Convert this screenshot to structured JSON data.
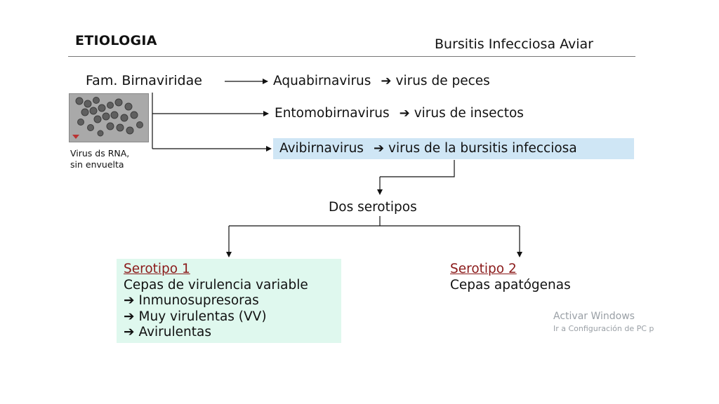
{
  "header": {
    "title": "ETIOLOGIA",
    "subtitle": "Bursitis Infecciosa Aviar"
  },
  "family": {
    "label": "Fam. Birnaviridae"
  },
  "genera": [
    {
      "name": "Aquabirnavirus",
      "arrow": "➔",
      "desc": "virus de peces"
    },
    {
      "name": "Entomobirnavirus",
      "arrow": "➔",
      "desc": "virus de insectos"
    },
    {
      "name": "Avibirnavirus",
      "arrow": "➔",
      "desc": "virus de la bursitis infecciosa"
    }
  ],
  "micrograph": {
    "icon": "virus-micrograph",
    "caption_line1": "Virus ds RNA,",
    "caption_line2": "sin envuelta"
  },
  "serotypes_label": "Dos serotipos",
  "serotype1": {
    "title": "Serotipo 1",
    "line1": "Cepas de virulencia variable",
    "arrow": "➔",
    "items": [
      "Inmunosupresoras",
      "Muy virulentas (VV)",
      "Avirulentas"
    ]
  },
  "serotype2": {
    "title": "Serotipo 2",
    "line1": "Cepas apatógenas"
  },
  "watermark": {
    "line1": "Activar Windows",
    "line2": "Ir a Configuración de PC p"
  },
  "colors": {
    "avibirnavirus_highlight": "#cfe6f5",
    "serotype1_box": "#dff8ee",
    "serotype_title": "#8b1a1a"
  }
}
